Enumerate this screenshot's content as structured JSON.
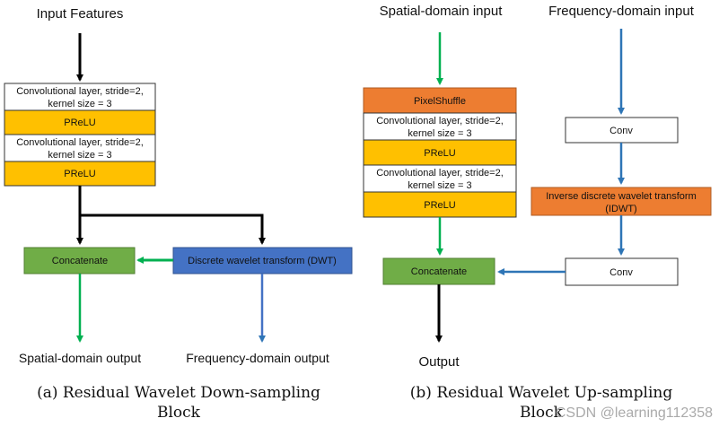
{
  "colors": {
    "yellow": "#FFC000",
    "green": "#70AD47",
    "orange": "#ED7D31",
    "blue": "#4472C4",
    "white": "#FFFFFF",
    "arrow_green": "#00B050",
    "arrow_blue": "#2E75B6",
    "arrow_black": "#000000"
  },
  "left": {
    "input_label": "Input Features",
    "conv1_line1": "Convolutional layer, stride=2,",
    "conv1_line2": "kernel size = 3",
    "prelu1": "PReLU",
    "conv2_line1": "Convolutional layer, stride=2,",
    "conv2_line2": "kernel size = 3",
    "prelu2": "PReLU",
    "concatenate": "Concatenate",
    "dwt": "Discrete wavelet transform (DWT)",
    "out_spatial": "Spatial-domain output",
    "out_frequency": "Frequency-domain output",
    "caption_line1": "(a) Residual Wavelet Down-sampling",
    "caption_line2": "Block"
  },
  "right": {
    "spatial_input": "Spatial-domain input",
    "frequency_input": "Frequency-domain input",
    "pixelshuffle": "PixelShuffle",
    "conv1_line1": "Convolutional layer, stride=2,",
    "conv1_line2": "kernel size = 3",
    "prelu1": "PReLU",
    "conv2_line1": "Convolutional layer, stride=2,",
    "conv2_line2": "kernel size = 3",
    "prelu2": "PReLU",
    "conv_top": "Conv",
    "idwt_line1": "Inverse discrete wavelet transform",
    "idwt_line2": "(IDWT)",
    "conv_bottom": "Conv",
    "concatenate": "Concatenate",
    "output": "Output",
    "caption_line1": "(b) Residual Wavelet Up-sampling",
    "caption_line2": "Block"
  },
  "watermark": "CSDN @learning112358"
}
